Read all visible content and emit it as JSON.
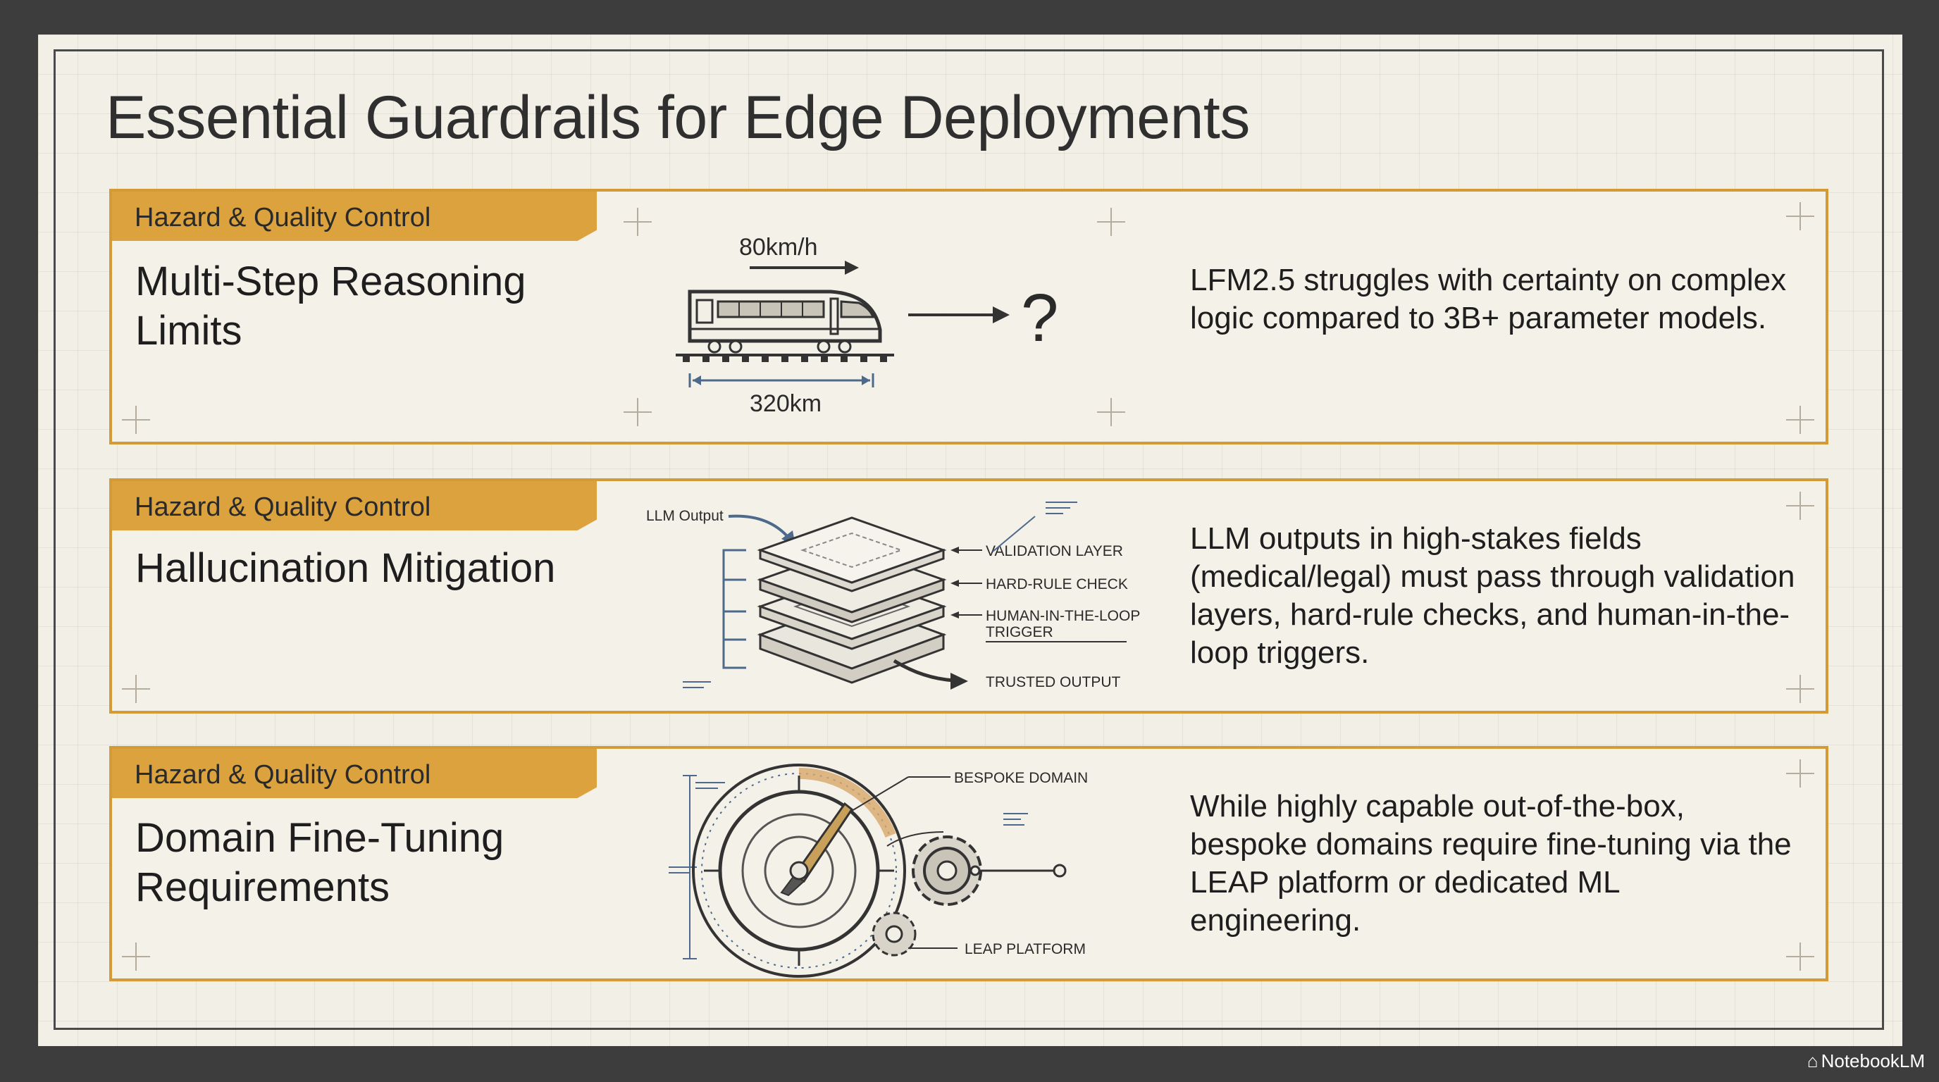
{
  "title": "Essential Guardrails for Edge Deployments",
  "cards": [
    {
      "tag": "Hazard & Quality Control",
      "title": "Multi-Step Reasoning Limits",
      "description": "LFM2.5 struggles with certainty on complex logic compared to 3B+ parameter models.",
      "diagram": {
        "speed_label": "80km/h",
        "distance_label": "320km",
        "question_mark": "?"
      }
    },
    {
      "tag": "Hazard & Quality Control",
      "title": "Hallucination Mitigation",
      "description": "LLM outputs in high-stakes fields (medical/legal) must pass through validation layers, hard-rule checks, and human-in-the-loop triggers.",
      "diagram": {
        "input_label": "LLM Output",
        "layer_labels": [
          "VALIDATION LAYER",
          "HARD-RULE CHECK",
          "HUMAN-IN-THE-LOOP",
          "TRIGGER"
        ],
        "output_label": "TRUSTED OUTPUT"
      }
    },
    {
      "tag": "Hazard & Quality Control",
      "title": "Domain Fine-Tuning Requirements",
      "description": "While highly capable out-of-the-box, bespoke domains require fine-tuning via the LEAP platform or dedicated ML engineering.",
      "diagram": {
        "top_label": "BESPOKE DOMAIN",
        "bottom_label": "LEAP PLATFORM"
      }
    }
  ],
  "footer": {
    "brand": "NotebookLM"
  },
  "colors": {
    "accent": "#dba23d",
    "border": "#d49a35",
    "background": "#f2efe6",
    "frame": "#3d3d3d",
    "ink": "#1e1e1e",
    "line": "#4d6a8c"
  }
}
